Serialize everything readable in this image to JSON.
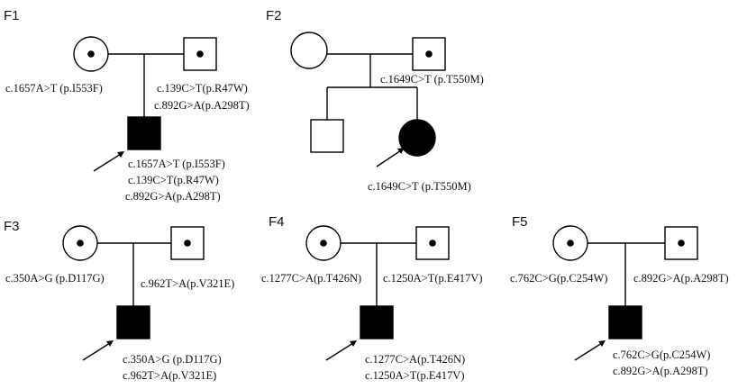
{
  "colors": {
    "line": "#000000",
    "affected": "#000000",
    "background": "#ffffff"
  },
  "families": [
    {
      "id": "F1",
      "label": "F1",
      "mother": {
        "status": "carrier",
        "variants": [
          "c.1657A>T (p.I553F)"
        ]
      },
      "father": {
        "status": "carrier",
        "variants": [
          "c.139C>T(p.R47W)",
          "c.892G>A(p.A298T)"
        ]
      },
      "children": [
        {
          "sex": "male",
          "status": "affected",
          "proband": true,
          "variants": [
            "c.1657A>T (p.I553F)",
            "c.139C>T(p.R47W)",
            "c.892G>A(p.A298T)"
          ]
        }
      ]
    },
    {
      "id": "F2",
      "label": "F2",
      "mother": {
        "status": "unaffected",
        "variants": []
      },
      "father": {
        "status": "carrier",
        "variants": [
          "c.1649C>T (p.T550M)"
        ]
      },
      "children": [
        {
          "sex": "male",
          "status": "unaffected",
          "proband": false,
          "variants": []
        },
        {
          "sex": "female",
          "status": "affected",
          "proband": true,
          "variants": [
            "c.1649C>T (p.T550M)"
          ]
        }
      ]
    },
    {
      "id": "F3",
      "label": "F3",
      "mother": {
        "status": "carrier",
        "variants": [
          "c.350A>G (p.D117G)"
        ]
      },
      "father": {
        "status": "carrier",
        "variants": [
          "c.962T>A(p.V321E)"
        ]
      },
      "children": [
        {
          "sex": "male",
          "status": "affected",
          "proband": true,
          "variants": [
            "c.350A>G (p.D117G)",
            "c.962T>A(p.V321E)"
          ]
        }
      ]
    },
    {
      "id": "F4",
      "label": "F4",
      "mother": {
        "status": "carrier",
        "variants": [
          "c.1277C>A(p.T426N)"
        ]
      },
      "father": {
        "status": "carrier",
        "variants": [
          "c.1250A>T(p.E417V)"
        ]
      },
      "children": [
        {
          "sex": "male",
          "status": "affected",
          "proband": true,
          "variants": [
            "c.1277C>A(p.T426N)",
            "c.1250A>T(p.E417V)"
          ]
        }
      ]
    },
    {
      "id": "F5",
      "label": "F5",
      "mother": {
        "status": "carrier",
        "variants": [
          "c.762C>G(p.C254W)"
        ]
      },
      "father": {
        "status": "carrier",
        "variants": [
          "c.892G>A(p.A298T)"
        ]
      },
      "children": [
        {
          "sex": "male",
          "status": "affected",
          "proband": true,
          "variants": [
            "c.762C>G(p.C254W)",
            "c.892G>A(p.A298T)"
          ]
        }
      ]
    }
  ]
}
